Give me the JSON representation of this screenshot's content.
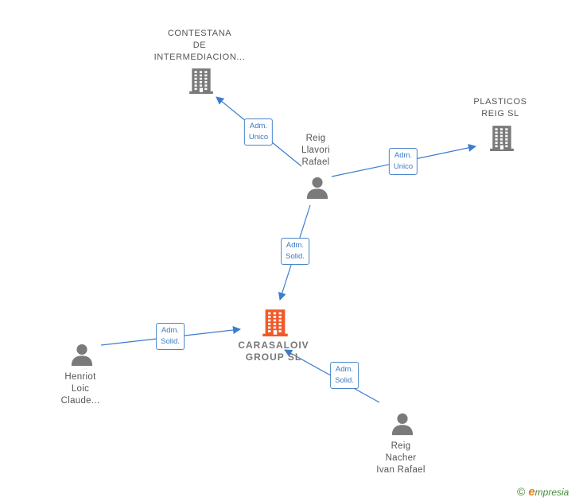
{
  "colors": {
    "edge": "#3a7ccf",
    "building_gray": "#7a7a7a",
    "building_center": "#f05a28",
    "person": "#7a7a7a"
  },
  "nodes": [
    {
      "id": "contestana",
      "kind": "company",
      "lines": [
        "CONTESTANA",
        "DE",
        "INTERMEDIACION..."
      ]
    },
    {
      "id": "plasticos",
      "kind": "company",
      "lines": [
        "PLASTICOS",
        "REIG  SL"
      ]
    },
    {
      "id": "reig-llavori",
      "kind": "person",
      "lines": [
        "Reig",
        "Llavori",
        "Rafael"
      ]
    },
    {
      "id": "carasaloiv",
      "kind": "company-center",
      "lines": [
        "CARASALOIV",
        "GROUP  SL"
      ]
    },
    {
      "id": "henriot",
      "kind": "person",
      "lines": [
        "Henriot",
        "Loic",
        "Claude..."
      ]
    },
    {
      "id": "reig-nacher",
      "kind": "person",
      "lines": [
        "Reig",
        "Nacher",
        "Ivan Rafael"
      ]
    }
  ],
  "edges": [
    {
      "from": "reig-llavori",
      "to": "contestana",
      "lines": [
        "Adm.",
        "Unico"
      ]
    },
    {
      "from": "reig-llavori",
      "to": "plasticos",
      "lines": [
        "Adm.",
        "Unico"
      ]
    },
    {
      "from": "reig-llavori",
      "to": "carasaloiv",
      "lines": [
        "Adm.",
        "Solid."
      ]
    },
    {
      "from": "henriot",
      "to": "carasaloiv",
      "lines": [
        "Adm.",
        "Solid."
      ]
    },
    {
      "from": "reig-nacher",
      "to": "carasaloiv",
      "lines": [
        "Adm.",
        "Solid."
      ]
    }
  ],
  "footer": {
    "copyright": "©",
    "brand_initial": "e",
    "brand_rest": "mpresia"
  }
}
